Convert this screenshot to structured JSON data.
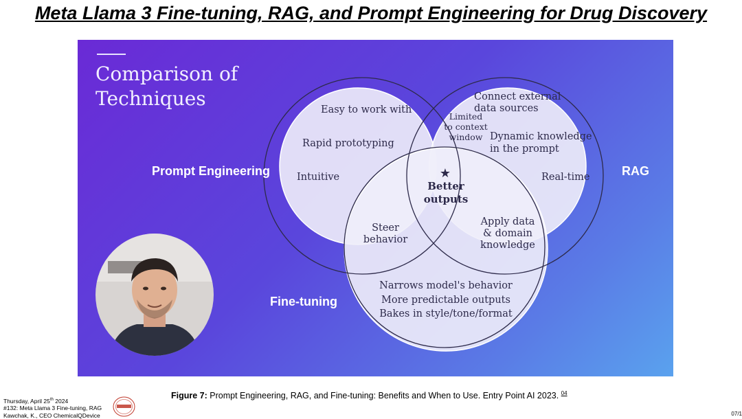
{
  "page_title": "Meta Llama 3 Fine-tuning, RAG, and Prompt Engineering for Drug Discovery",
  "slide": {
    "heading_line1": "Comparison of",
    "heading_line2": "Techniques",
    "categories": {
      "prompt_engineering": "Prompt Engineering",
      "rag": "RAG",
      "fine_tuning": "Fine-tuning"
    },
    "prompt_only": [
      "Easy to work with",
      "Rapid prototyping",
      "Intuitive"
    ],
    "rag_only": [
      "Connect external",
      "data sources",
      "Dynamic knowledge",
      "in the prompt",
      "Real-time"
    ],
    "prompt_rag": [
      "Limited",
      "to context",
      "window"
    ],
    "prompt_ft": [
      "Steer",
      "behavior"
    ],
    "rag_ft": [
      "Apply data",
      "& domain",
      "knowledge"
    ],
    "center": [
      "Better",
      "outputs"
    ],
    "ft_only": [
      "Narrows model's behavior",
      "More predictable outputs",
      "Bakes in style/tone/format"
    ],
    "center_icon": "star-icon"
  },
  "caption": {
    "label": "Figure 7:",
    "text": " Prompt Engineering, RAG, and Fine-tuning: Benefits and When to Use. Entry Point AI 2023. ",
    "ref": "04"
  },
  "footer": {
    "date_prefix": "Thursday, April 25",
    "date_sup": "th",
    "date_suffix": " 2024",
    "line2": "#132: Meta Llama 3 Fine-tuning, RAG",
    "line3": "Kawchak, K., CEO ChemicalQDevice"
  },
  "page_number": "07/1",
  "colors": {
    "slide_gradient_start": "#6a2ad6",
    "slide_gradient_end": "#5aa2ee",
    "circle_fill": "#ece9f8",
    "circle_stroke": "#ffffff"
  }
}
